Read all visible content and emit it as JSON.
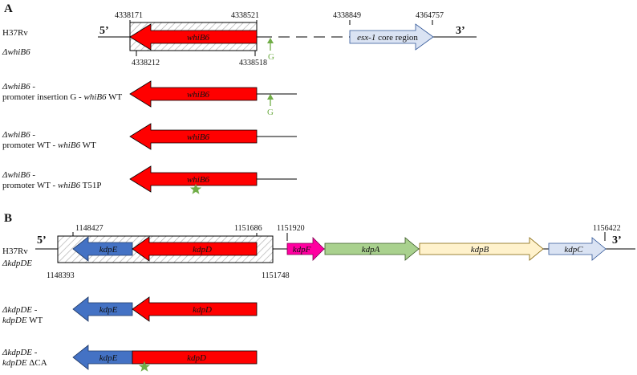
{
  "panelA": {
    "letter": "A",
    "five_prime": "5’",
    "three_prime": "3’",
    "strain_wt": "H37Rv",
    "strain_del": "ΔwhiB6",
    "gene": "whiB6",
    "esx_gene": "esx-1",
    "esx_suffix": " core region",
    "coords": {
      "gene_left_top": "4338171",
      "gene_right_top": "4338521",
      "esx_left": "4338849",
      "esx_right": "4364757",
      "del_left": "4338212",
      "del_right": "4338518"
    },
    "insertion_base": "G",
    "constructs": [
      {
        "line1_gene": "ΔwhiB6",
        "line1_rest": " -",
        "line2_pre": "promoter insertion G - ",
        "line2_gene": "whiB6",
        "line2_post": " WT",
        "insertion": "G"
      },
      {
        "line1_gene": "ΔwhiB6",
        "line1_rest": " -",
        "line2_pre": "promoter WT - ",
        "line2_gene": "whiB6",
        "line2_post": " WT"
      },
      {
        "line1_gene": "ΔwhiB6",
        "line1_rest": " -",
        "line2_pre": "promoter WT - ",
        "line2_gene": "whiB6",
        "line2_post": " T51P"
      }
    ]
  },
  "panelB": {
    "letter": "B",
    "five_prime": "5’",
    "three_prime": "3’",
    "strain_wt": "H37Rv",
    "strain_del": "ΔkdpDE",
    "genes": {
      "kdpE": "kdpE",
      "kdpD": "kdpD",
      "kdpF": "kdpF",
      "kdpA": "kdpA",
      "kdpB": "kdpB",
      "kdpC": "kdpC"
    },
    "coords": {
      "kdpE_top": "1148427",
      "kdpD_top": "1151686",
      "kdpF_top": "1151920",
      "kdpC_top": "1156422",
      "del_left": "1148393",
      "del_right": "1151748"
    },
    "constructs": [
      {
        "line1_gene": "ΔkdpDE",
        "line1_rest": " -",
        "line2_gene": "kdpDE",
        "line2_post": " WT"
      },
      {
        "line1_gene": "ΔkdpDE",
        "line1_rest": " -",
        "line2_gene": "kdpDE",
        "line2_post": " ΔCA"
      }
    ]
  },
  "colors": {
    "whiB6": "#ff0000",
    "kdpE": "#4472c4",
    "kdpD": "#ff0000",
    "kdpF": "#ff00a0",
    "kdpA": "#a9d18e",
    "kdpB": "#fff2cc",
    "kdpC": "#dae3f3",
    "esx": "#dae3f3",
    "mutation_star": "#70ad47",
    "insertion": "#70ad47"
  }
}
